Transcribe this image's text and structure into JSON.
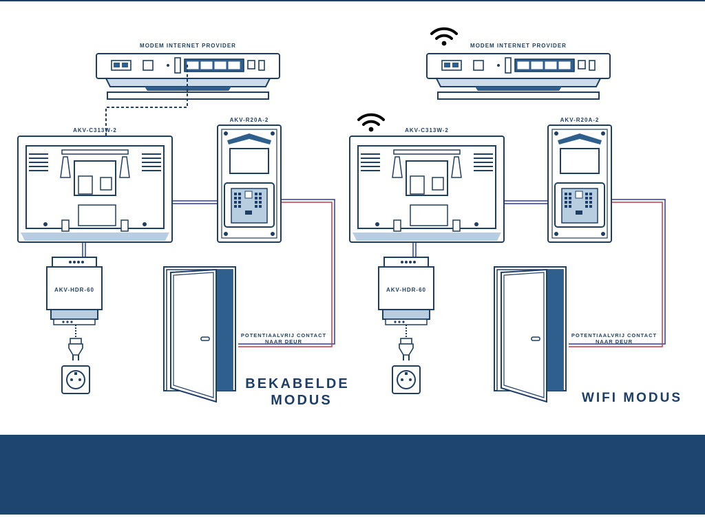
{
  "left": {
    "modem_label": "MODEM INTERNET PROVIDER",
    "monitor_label": "AKV-C313W-2",
    "outdoor_label": "AKV-R20A-2",
    "psu_label": "AKV-HDR-60",
    "contact_line1": "POTENTIAALVRIJ CONTACT",
    "contact_line2": "NAAR DEUR",
    "mode_line1": "BEKABELDE",
    "mode_line2": "MODUS"
  },
  "right": {
    "modem_label": "MODEM INTERNET PROVIDER",
    "monitor_label": "AKV-C313W-2",
    "outdoor_label": "AKV-R20A-2",
    "psu_label": "AKV-HDR-60",
    "contact_line1": "POTENTIAALVRIJ CONTACT",
    "contact_line2": "NAAR DEUR",
    "mode_line1": "WIFI MODUS"
  },
  "colors": {
    "outline": "#1d3e66",
    "fill_light": "#ffffff",
    "fill_mid": "#b9cde0",
    "fill_dark": "#2f5f8d",
    "wire_blue": "#2a3a9a",
    "wire_red": "#c43a4a",
    "footer": "#1e4470"
  },
  "icons": [
    "wifi-icon",
    "plug-icon",
    "wall-socket-icon",
    "door-icon",
    "router-icon",
    "monitor-icon",
    "doorbell-panel-icon",
    "power-supply-icon"
  ]
}
